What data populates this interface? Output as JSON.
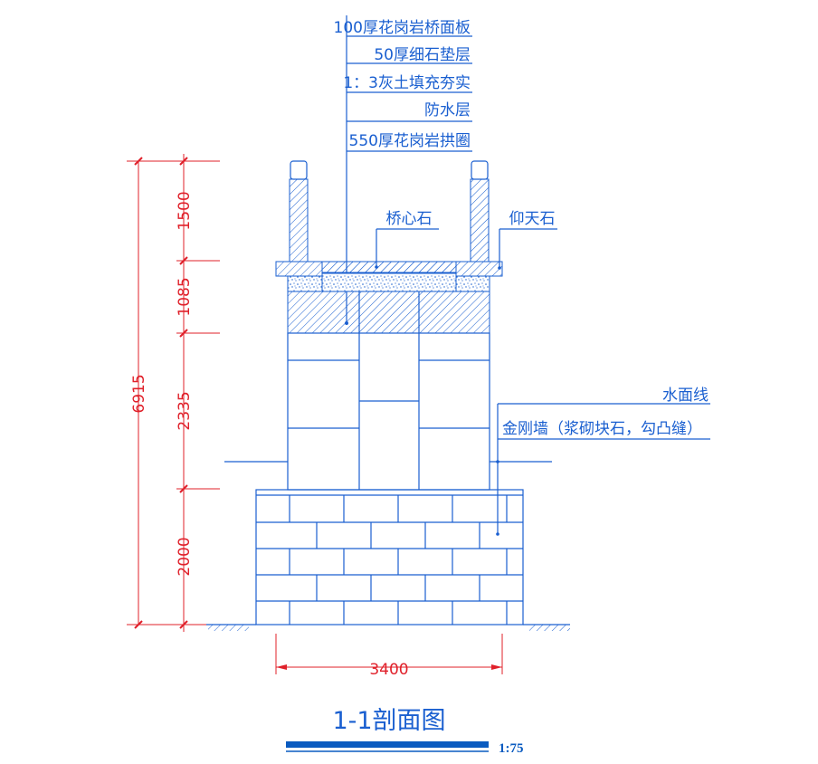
{
  "layer_labels": [
    "100厚花岗岩桥面板",
    "50厚细石垫层",
    "1：3灰土填充夯实",
    "防水层",
    "550厚花岗岩拱圈"
  ],
  "callouts": {
    "bridge_center_stone": "桥心石",
    "coping_stone": "仰天石",
    "water_line": "水面线",
    "abutment_wall": "金刚墙（浆砌块石，勾凸缝）"
  },
  "dimensions": {
    "total_height": "6915",
    "seg1": "1500",
    "seg2": "1085",
    "seg3": "2335",
    "seg4": "2000",
    "width": "3400"
  },
  "title": "1-1剖面图",
  "scale": "1:75",
  "colors": {
    "line": "#1a5fd0",
    "dimension": "#e0202a"
  }
}
